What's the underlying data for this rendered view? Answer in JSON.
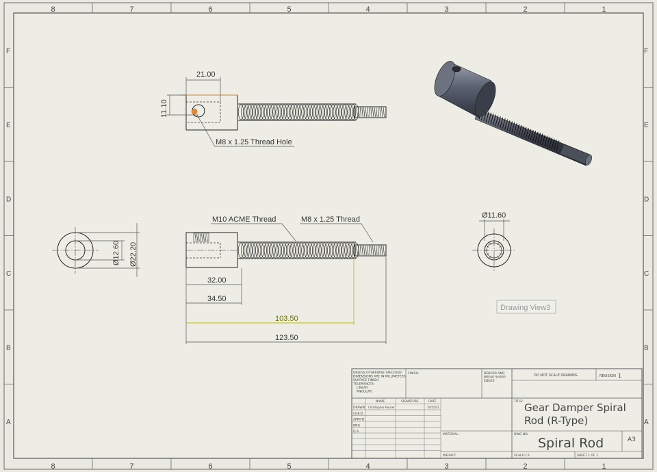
{
  "border": {
    "columns": [
      "8",
      "7",
      "6",
      "5",
      "4",
      "3",
      "2",
      "1"
    ],
    "rows": [
      "F",
      "E",
      "D",
      "C",
      "B",
      "A"
    ]
  },
  "views": {
    "top": {
      "dim_width": "21.00",
      "dim_height": "11.10",
      "callout": "M8 x 1.25 Thread Hole"
    },
    "front": {
      "callout_left": "M10 ACME Thread",
      "callout_right": "M8 x 1.25 Thread",
      "dims": [
        "32.00",
        "34.50",
        "103.50",
        "123.50"
      ]
    },
    "left_end": {
      "dia_inner": "Ø12.60",
      "dia_outer": "Ø22.20"
    },
    "right_end": {
      "dia": "Ø11.60"
    },
    "view_label": "Drawing View3"
  },
  "title_block": {
    "tolerance_note": [
      "UNLESS OTHERWISE SPECIFIED:",
      "DIMENSIONS ARE IN MILLIMETERS",
      "SURFACE FINISH:",
      "TOLERANCES:",
      "LINEAR:",
      "ANGULAR:"
    ],
    "finish": "FINISH:",
    "deburr": [
      "DEBURR AND",
      "BREAK SHARP",
      "EDGES"
    ],
    "do_not_scale": "DO NOT SCALE DRAWING",
    "revision_label": "REVISION",
    "revision_value": "1",
    "col_name": "NAME",
    "col_signature": "SIGNATURE",
    "col_date": "DATE",
    "rows": [
      "DRAWN",
      "CHK'D",
      "APPV'D",
      "MFG",
      "Q.A"
    ],
    "drawn_name": "Christopher Hauser",
    "drawn_date": "10/25/21",
    "title_label": "TITLE:",
    "title": [
      "Gear Damper Spiral",
      "Rod (R-Type)"
    ],
    "material_label": "MATERIAL:",
    "dwg_no_label": "DWG NO.",
    "dwg_no": "Spiral Rod",
    "size": "A3",
    "weight_label": "WEIGHT:",
    "scale": "SCALE:1:1",
    "sheet": "SHEET 1 OF 1"
  }
}
